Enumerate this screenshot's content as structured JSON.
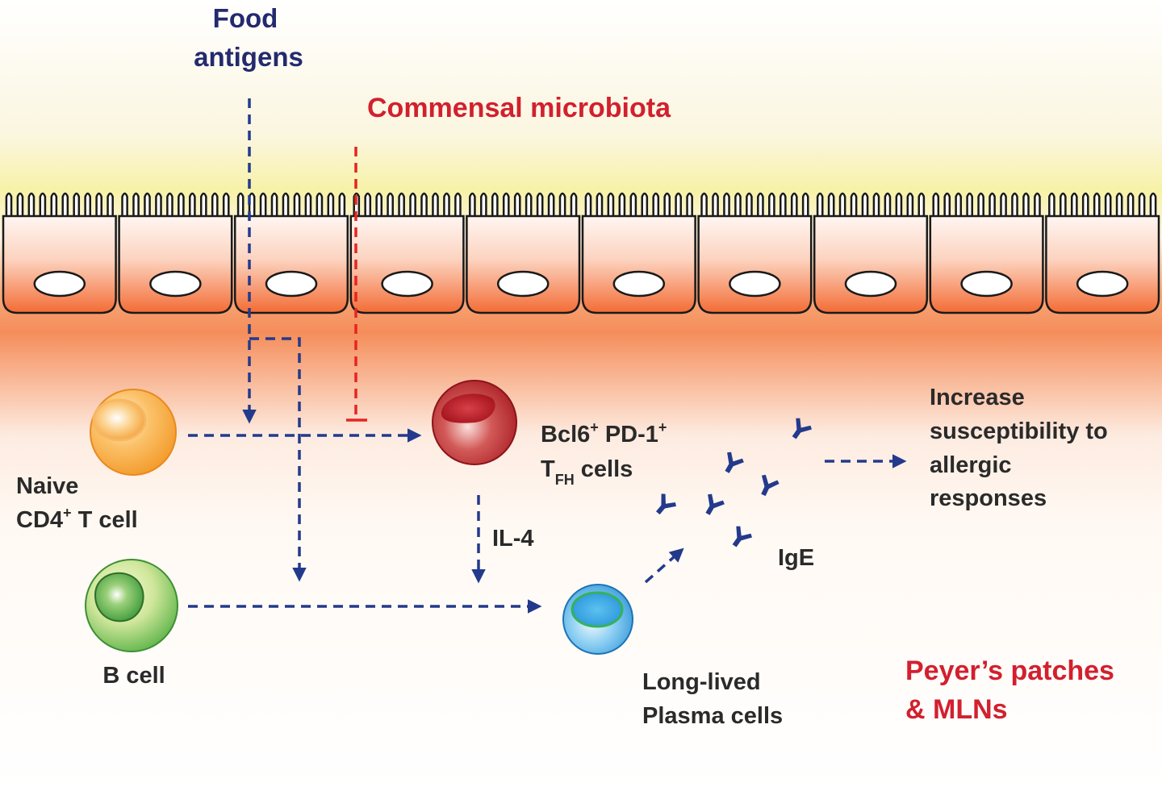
{
  "labels": {
    "food_antigens_line1": "Food",
    "food_antigens_line2": "antigens",
    "commensal_microbiota": "Commensal microbiota",
    "naive_line1": "Naive",
    "naive_line2_a": "CD4",
    "naive_line2_sup": "+",
    "naive_line2_b": " T cell",
    "b_cell": "B cell",
    "tfh_line1_a": "Bcl6",
    "tfh_line1_sup1": "+",
    "tfh_line1_b": " PD-1",
    "tfh_line1_sup2": "+",
    "tfh_line2_a": "T",
    "tfh_line2_sub": "FH",
    "tfh_line2_b": " cells",
    "il4": "IL-4",
    "ige": "IgE",
    "plasma_line1": "Long-lived",
    "plasma_line2": "Plasma cells",
    "outcome_line1": "Increase",
    "outcome_line2": "susceptibility to",
    "outcome_line3": "allergic",
    "outcome_line4": "responses",
    "location_line1": "Peyer’s patches",
    "location_line2": "& MLNs"
  },
  "colors": {
    "label_dark": "#2a2a2a",
    "label_navy": "#232a6e",
    "label_red": "#d2202e",
    "arrow_blue": "#233a8c",
    "arrow_red": "#e52523",
    "epithelium_orange": "#f47b4a",
    "lumen_yellow": "#f5f0a0",
    "naive_cell": "#f6a13a",
    "b_cell": "#6cbb4a",
    "tfh_cell": "#b01e24",
    "plasma_cell": "#2f9ee0"
  }
}
